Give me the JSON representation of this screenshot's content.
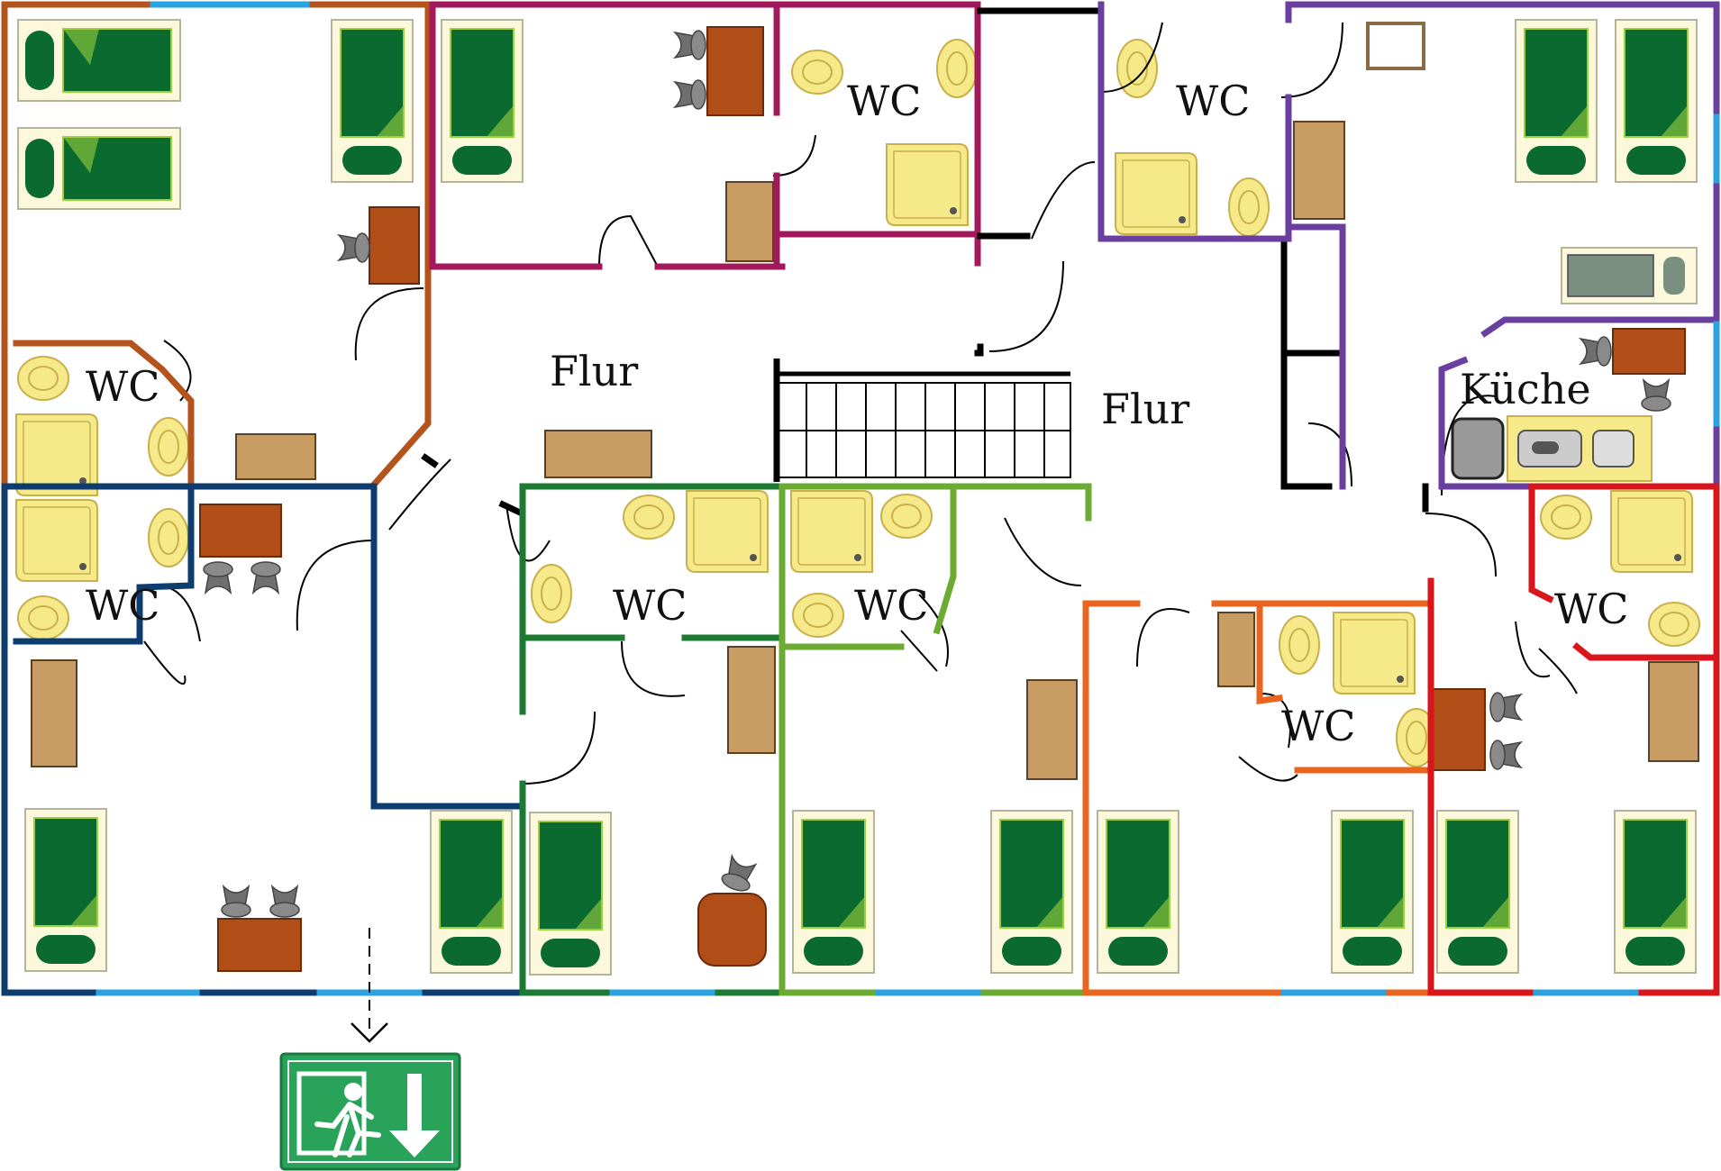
{
  "labels": {
    "wc": "WC",
    "flur": "Flur",
    "kueche": "Küche"
  },
  "colors": {
    "room_orange_brown": "#b5531c",
    "room_magenta": "#a31a5c",
    "room_purple": "#6b3fa0",
    "room_navy": "#0d3d6e",
    "room_green": "#1c7a32",
    "room_lime": "#6cab33",
    "room_orange": "#e8641f",
    "room_red": "#d9161c",
    "window_blue": "#2aa3e0",
    "bed_green": "#0b6a30",
    "bed_frame": "#fbf8dc",
    "sanitary_yellow": "#f6e98a",
    "furniture_tan": "#c99c64",
    "table_brown": "#b14d17",
    "chair_gray": "#6f6f6f",
    "exit_sign_green": "#2aa35a"
  },
  "icons": [
    "bed-icon",
    "toilet-icon",
    "shower-icon",
    "sink-icon",
    "wardrobe-icon",
    "table-icon",
    "chair-icon",
    "stove-icon",
    "exit-sign-icon"
  ]
}
